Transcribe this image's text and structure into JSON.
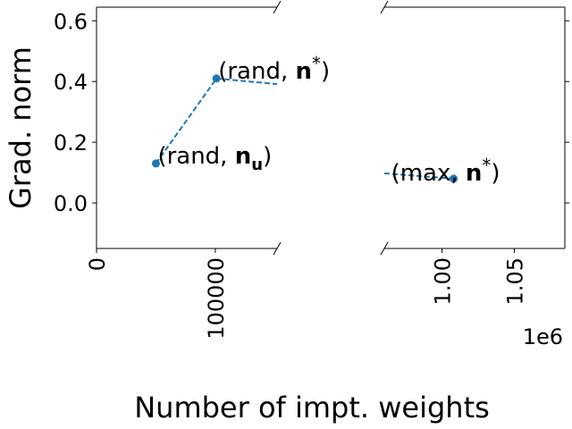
{
  "chart_data": {
    "type": "line",
    "xlabel": "Number of impt. weights",
    "ylabel": "Grad. norm",
    "ylim": [
      -0.15,
      0.645
    ],
    "yticks": [
      0.0,
      0.2,
      0.4,
      0.6
    ],
    "ytick_labels": [
      "0.0",
      "0.2",
      "0.4",
      "0.6"
    ],
    "broken_axis": true,
    "left_xlim": [
      0,
      152000
    ],
    "left_xticks": [
      0,
      100000
    ],
    "left_xtick_labels": [
      "0",
      "100000"
    ],
    "right_xlim": [
      960000,
      1085000
    ],
    "right_xticks": [
      1000000,
      1050000
    ],
    "right_xtick_labels": [
      "1.00",
      "1.05"
    ],
    "right_x_offset_label": "1e6",
    "color": "#1f77b4",
    "series": [
      {
        "points": [
          {
            "x": 50000,
            "y": 0.13,
            "label_text": "(rand, ",
            "label_bold": "n",
            "label_sub": "u",
            "label_sup": "",
            "label_end": ")"
          },
          {
            "x": 101000,
            "y": 0.41,
            "label_text": "(rand, ",
            "label_bold": "n",
            "label_sub": "",
            "label_sup": "*",
            "label_end": ")"
          },
          {
            "x": 1008000,
            "y": 0.08,
            "label_text": "(max, ",
            "label_bold": "n",
            "label_sub": "",
            "label_sup": "*",
            "label_end": ")"
          }
        ]
      }
    ]
  }
}
